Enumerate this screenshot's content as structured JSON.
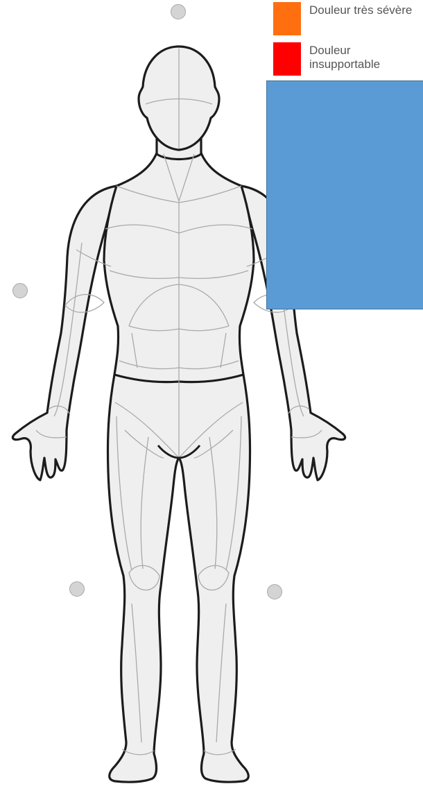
{
  "legend": {
    "items": [
      {
        "label": "Douleur très sévère",
        "color": "#ff6f0f"
      },
      {
        "label": "Douleur insupportable",
        "color": "#ff0000"
      }
    ]
  },
  "overlay": {
    "color": "#5b9bd5"
  },
  "body_map": {
    "view": "front",
    "fill": "#efefef",
    "outline": "#1c1c1c",
    "detail_lines": "#a9a9a9",
    "pain_points": [
      {
        "region": "head",
        "state": "unselected"
      },
      {
        "region": "right-arm",
        "state": "unselected"
      },
      {
        "region": "right-knee",
        "state": "unselected"
      },
      {
        "region": "left-knee",
        "state": "unselected"
      }
    ],
    "point_color": "#d4d4d4"
  }
}
